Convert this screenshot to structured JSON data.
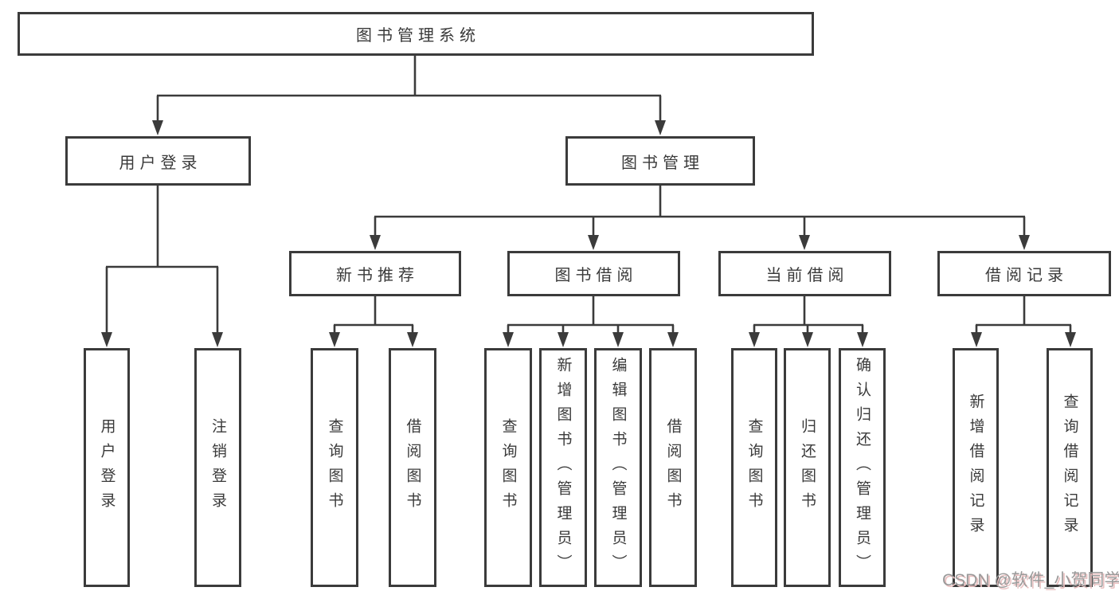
{
  "diagram": {
    "root": {
      "label": "图书管理系统"
    },
    "branches": [
      {
        "label": "用户登录",
        "children": [
          {
            "label": "用户登录"
          },
          {
            "label": "注销登录"
          }
        ]
      },
      {
        "label": "图书管理",
        "children": [
          {
            "label": "新书推荐",
            "children": [
              {
                "label": "查询图书"
              },
              {
                "label": "借阅图书"
              }
            ]
          },
          {
            "label": "图书借阅",
            "children": [
              {
                "label": "查询图书"
              },
              {
                "label": "新增图书（管理员）"
              },
              {
                "label": "编辑图书（管理员）"
              },
              {
                "label": "借阅图书"
              }
            ]
          },
          {
            "label": "当前借阅",
            "children": [
              {
                "label": "查询图书"
              },
              {
                "label": "归还图书"
              },
              {
                "label": "确认归还（管理员）"
              }
            ]
          },
          {
            "label": "借阅记录",
            "children": [
              {
                "label": "新增借阅记录"
              },
              {
                "label": "查询借阅记录"
              }
            ]
          }
        ]
      }
    ]
  },
  "watermark": "CSDN @软件_小贺同学",
  "colors": {
    "line": "#3b3b3b",
    "box_border": "#3b3b3b",
    "box_fill": "#ffffff",
    "text": "#3a3a3a",
    "watermark": "#9a9a9a"
  }
}
